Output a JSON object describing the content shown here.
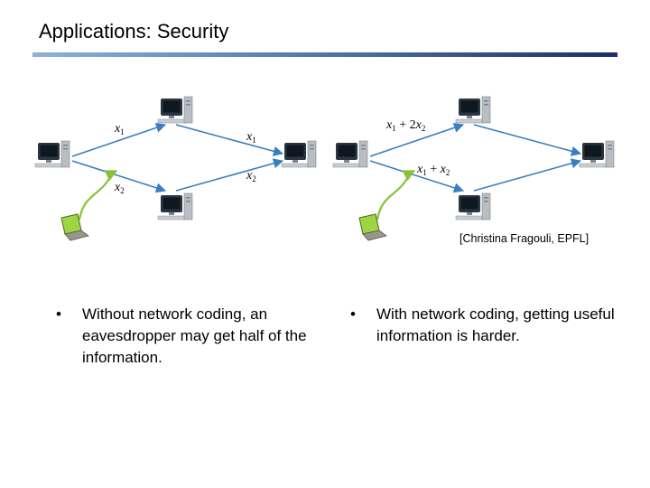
{
  "slide": {
    "title": "Applications: Security",
    "citation": "[Christina Fragouli, EPFL]"
  },
  "left_diagram": {
    "labels": {
      "x1_upper": "x",
      "x1_upper_sub": "1",
      "x2_lower": "x",
      "x2_lower_sub": "2",
      "x1_right": "x",
      "x1_right_sub": "1",
      "x2_right": "x",
      "x2_right_sub": "2"
    }
  },
  "right_diagram": {
    "labels": {
      "upper_a": "x",
      "upper_a_sub": "1",
      "upper_op": " + 2",
      "upper_b": "x",
      "upper_b_sub": "2",
      "lower_a": "x",
      "lower_a_sub": "1",
      "lower_op": " + ",
      "lower_b": "x",
      "lower_b_sub": "2"
    }
  },
  "bullets": {
    "left": {
      "marker": "•",
      "text": "Without network coding, an eavesdropper may get half of the information."
    },
    "right": {
      "marker": "•",
      "text": "With network coding, getting useful information is harder."
    }
  },
  "colors": {
    "edge": "#3a7fbf",
    "tap": "#88c23a",
    "monitor": "#1e2a36",
    "tower": "#b9bec4"
  }
}
